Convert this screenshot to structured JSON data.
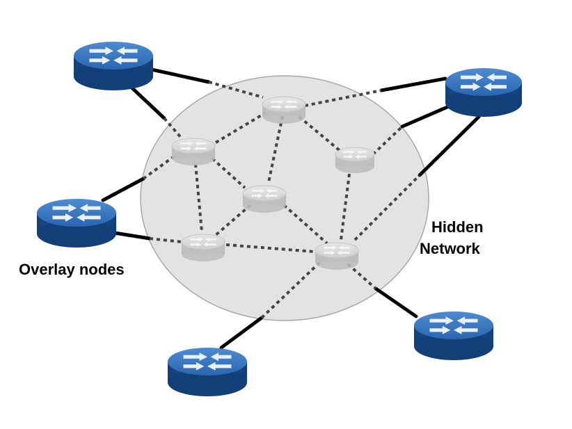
{
  "labels": {
    "overlay": "Overlay nodes",
    "hidden_line1": "Hidden",
    "hidden_line2": "Network"
  },
  "colors": {
    "overlay_router": "#1f5fa8",
    "hidden_router": "#d0d0d0",
    "hidden_region": "#e2e2e2",
    "link": "#000000"
  },
  "icons": {
    "overlay": "router-icon",
    "hidden": "router-icon"
  }
}
